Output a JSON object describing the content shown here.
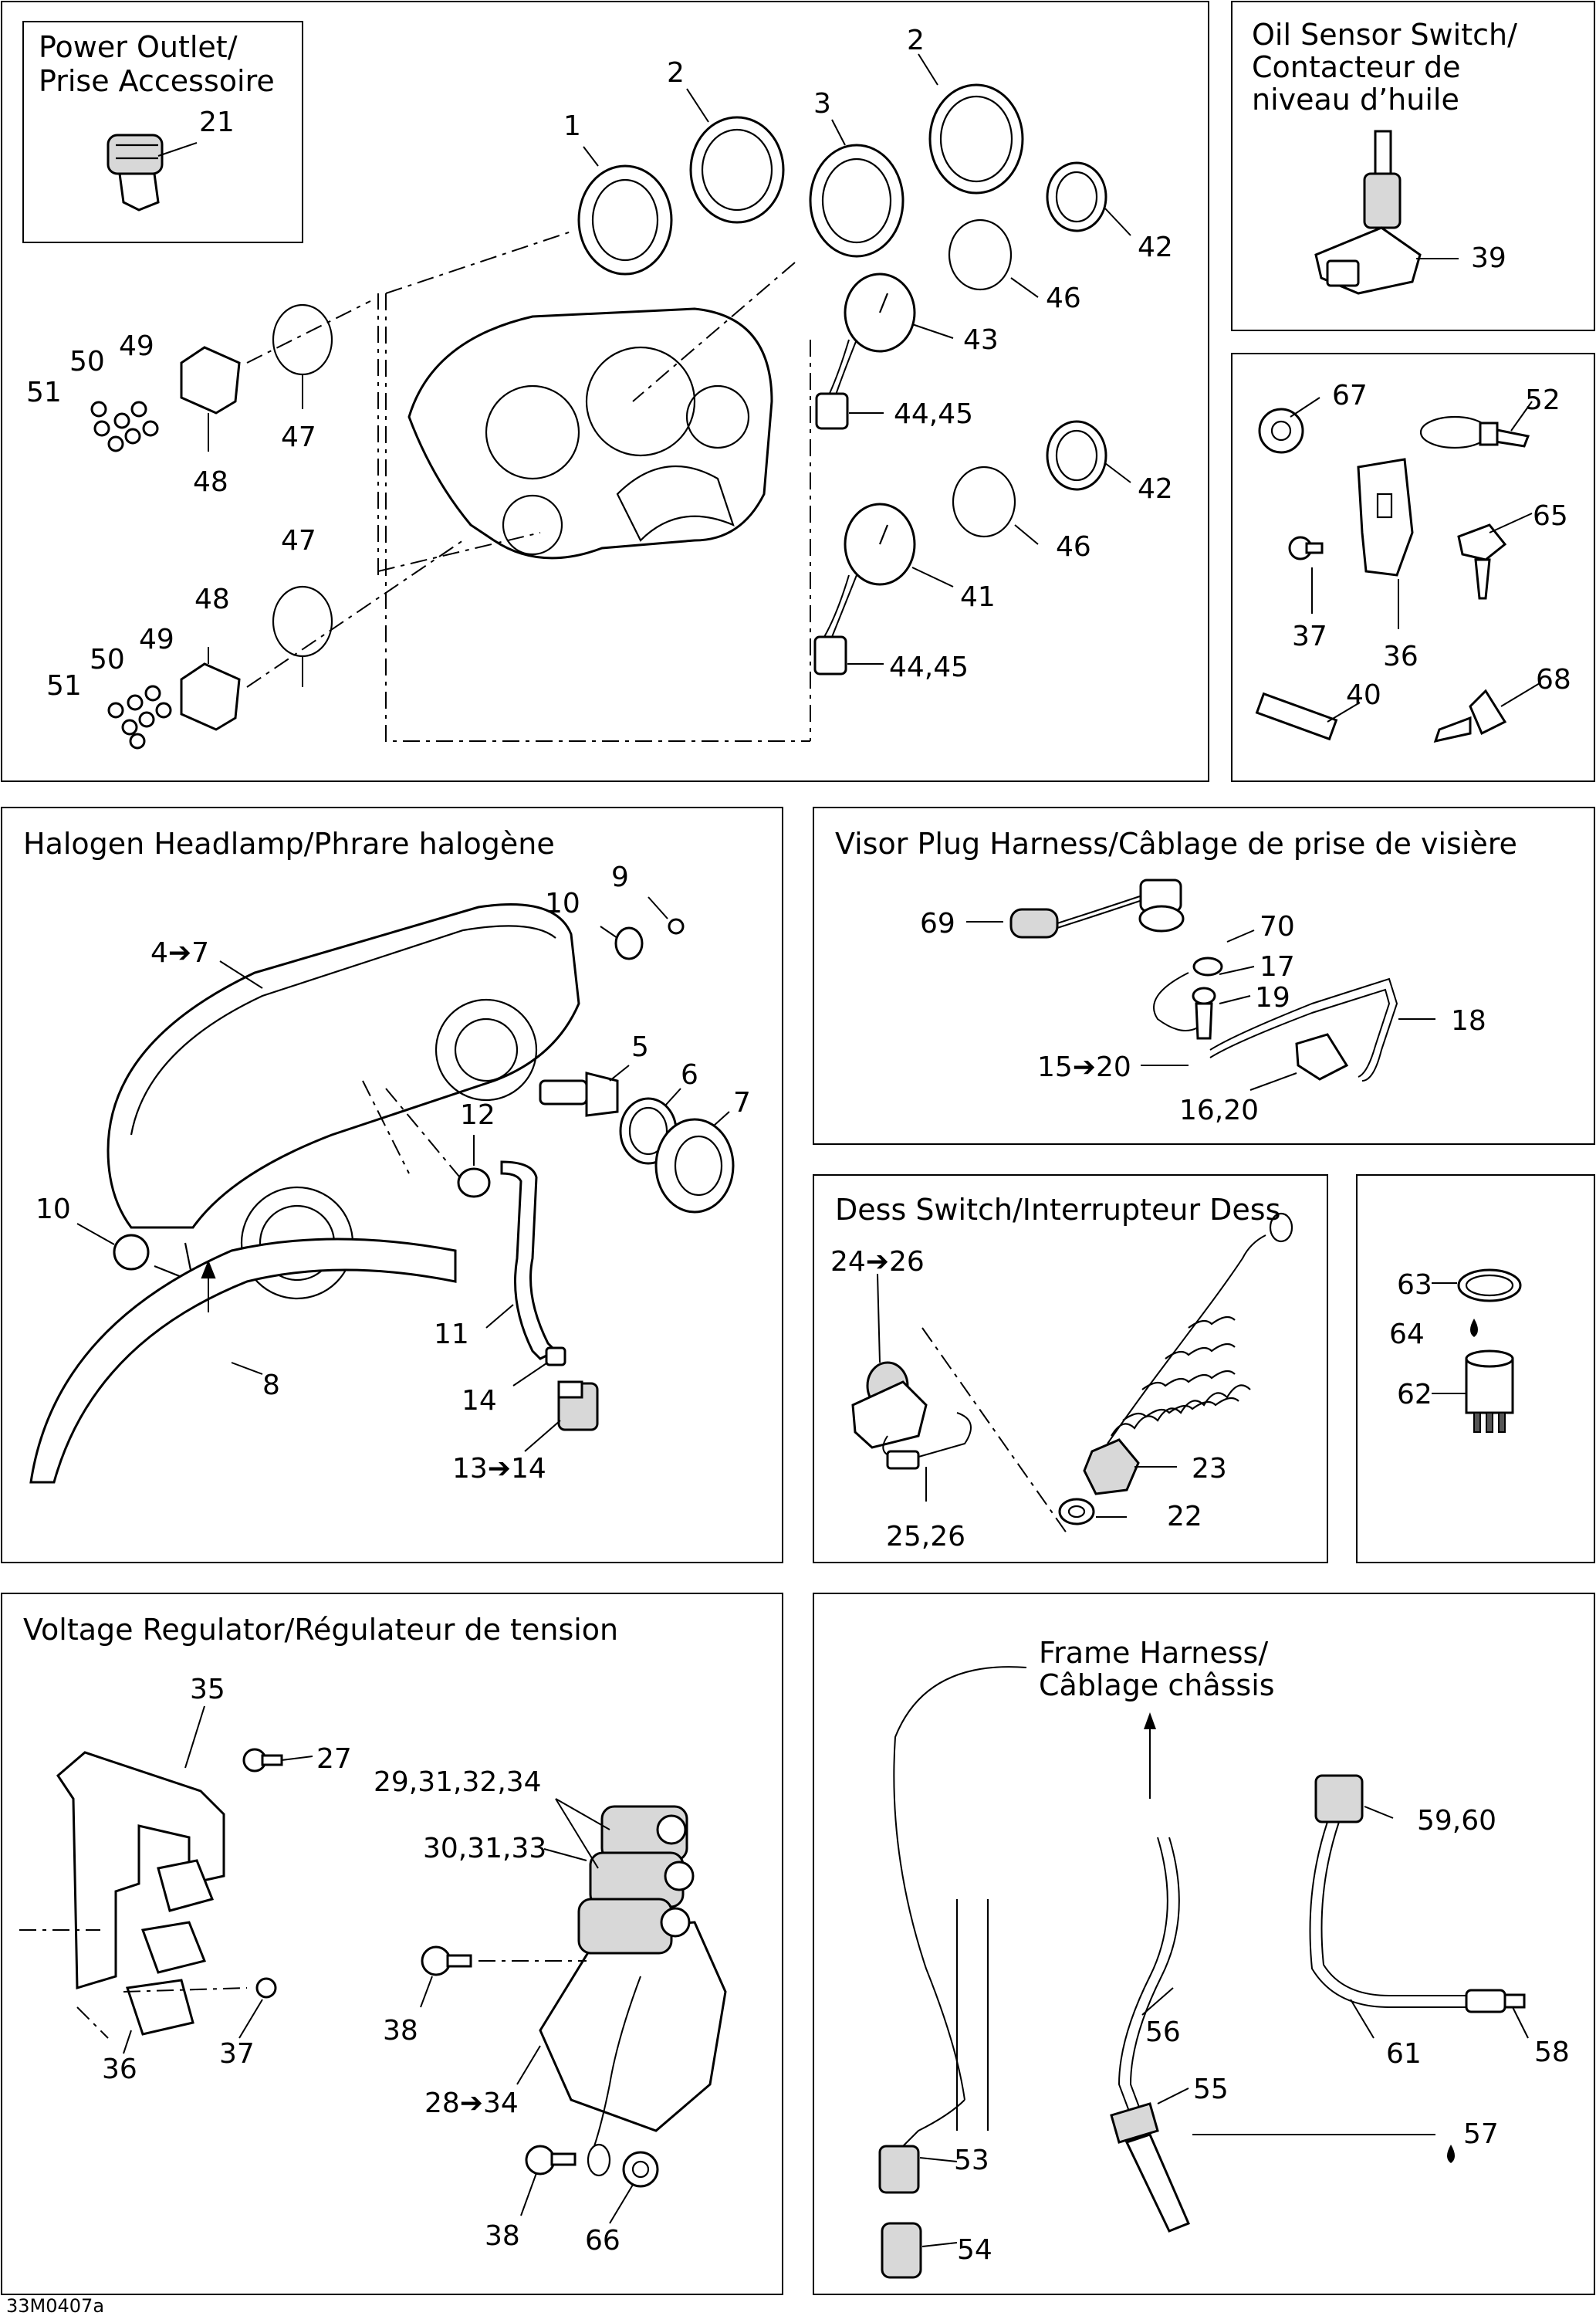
{
  "document": {
    "reference_code": "33M0407a"
  },
  "panels": {
    "power_outlet": {
      "title_line1": "Power Outlet/",
      "title_line2": "Prise Accessoire"
    },
    "oil_sensor": {
      "title_line1": "Oil Sensor Switch/",
      "title_line2": "Contacteur de",
      "title_line3": "niveau d’huile"
    },
    "headlamp": {
      "title": "Halogen Headlamp/Phrare halogène"
    },
    "visor_plug": {
      "title": "Visor Plug Harness/Câblage de prise de visière"
    },
    "dess": {
      "title": "Dess Switch/Interrupteur Dess"
    },
    "voltage": {
      "title": "Voltage Regulator/Régulateur de tension"
    },
    "frame": {
      "title_line1": "Frame Harness/",
      "title_line2": "Câblage châssis"
    }
  },
  "callouts": {
    "c21": "21",
    "c1": "1",
    "c2a": "2",
    "c2b": "2",
    "c3": "3",
    "c42a": "42",
    "c46a": "46",
    "c43": "43",
    "c44a": "44,45",
    "c42b": "42",
    "c46b": "46",
    "c41": "41",
    "c44b": "44,45",
    "c49a": "49",
    "c50a": "50",
    "c51a": "51",
    "c48a": "48",
    "c47a": "47",
    "c47b": "47",
    "c48b": "48",
    "c49b": "49",
    "c50b": "50",
    "c51b": "51",
    "c39": "39",
    "c67": "67",
    "c52": "52",
    "c65": "65",
    "c37a": "37",
    "c36a": "36",
    "c40": "40",
    "c68": "68",
    "c4": "4➔7",
    "c10a": "10",
    "c9": "9",
    "c5": "5",
    "c6": "6",
    "c7": "7",
    "c12": "12",
    "c10b": "10",
    "c11": "11",
    "c8": "8",
    "c14": "14",
    "c13": "13➔14",
    "c69": "69",
    "c70": "70",
    "c17": "17",
    "c19": "19",
    "c18": "18",
    "c15": "15➔20",
    "c16": "16,20",
    "c24": "24➔26",
    "c23": "23",
    "c22": "22",
    "c25": "25,26",
    "c63": "63",
    "c64": "64",
    "c62": "62",
    "c35": "35",
    "c27": "27",
    "c29": "29,31,32,34",
    "c30": "30,31,33",
    "c38a": "38",
    "c28": "28➔34",
    "c38b": "38",
    "c66": "66",
    "c36b": "36",
    "c37b": "37",
    "c59": "59,60",
    "c61": "61",
    "c58": "58",
    "c56": "56",
    "c55": "55",
    "c57": "57",
    "c53": "53",
    "c54": "54"
  }
}
